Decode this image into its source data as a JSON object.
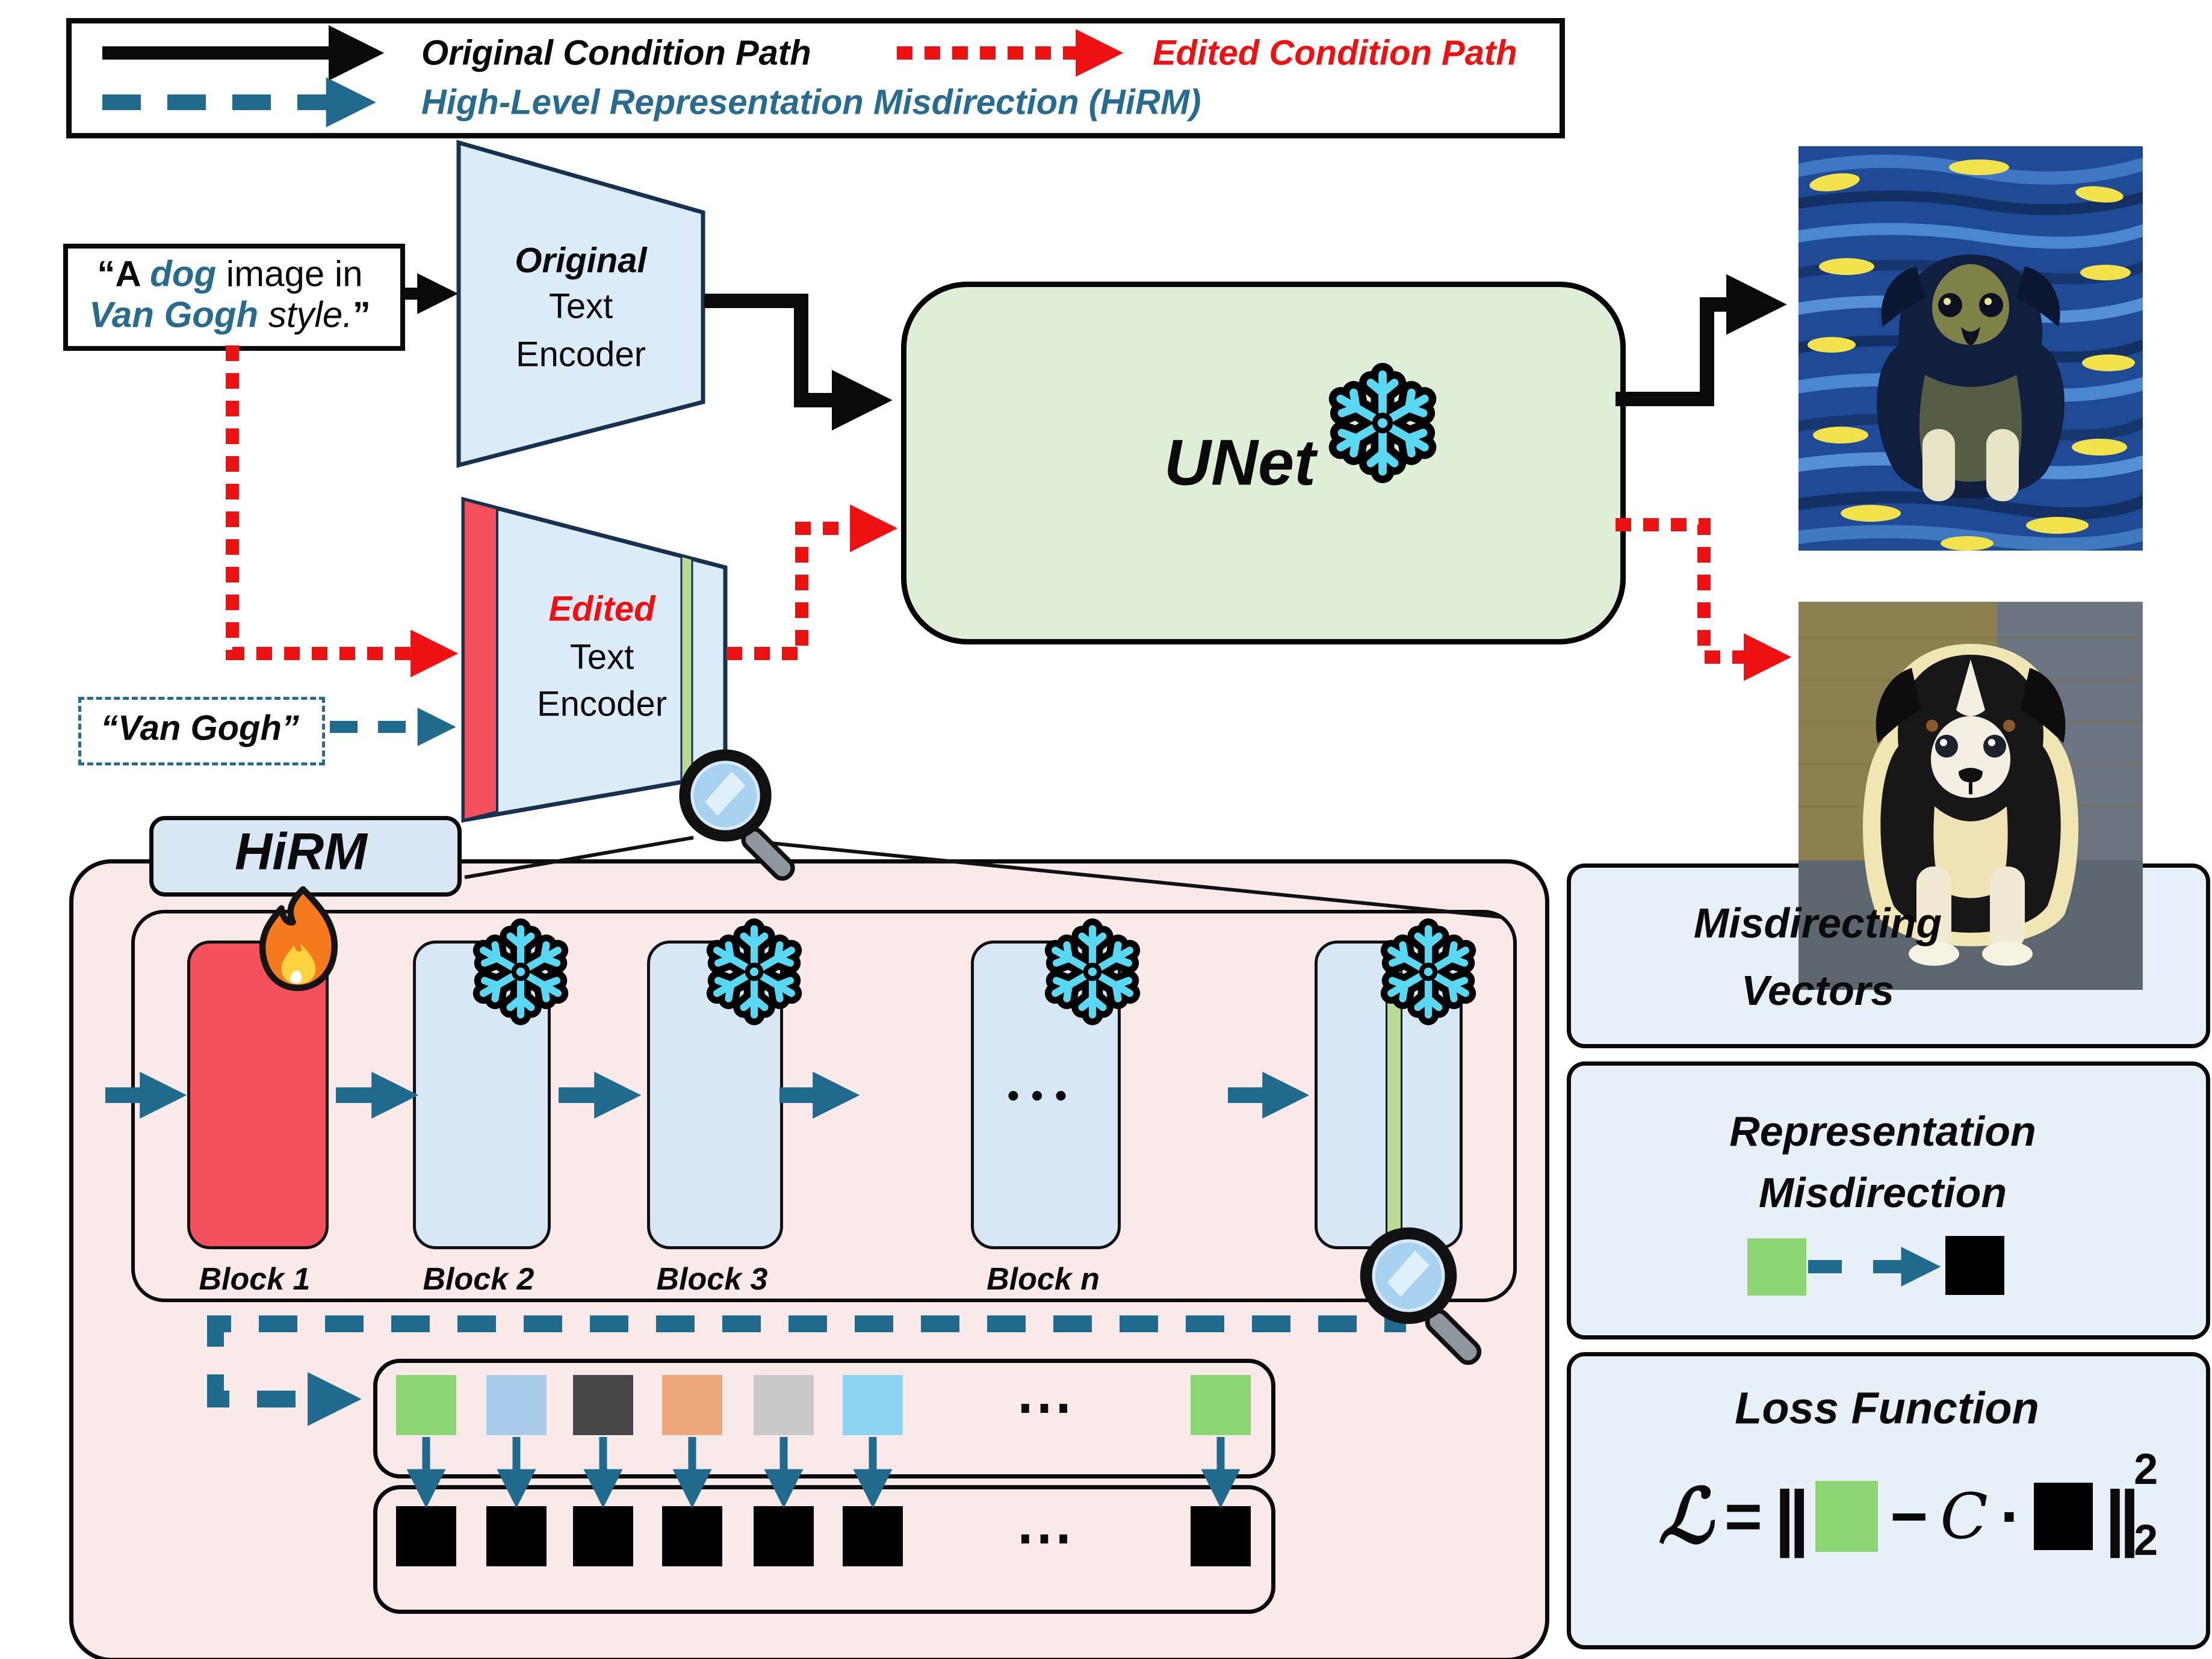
{
  "legend": {
    "original_path_label": "Original Condition Path",
    "edited_path_label": "Edited Condition Path",
    "hirm_prefix": "High-Level Representation Misdirection (",
    "hirm_bold": "HiRM",
    "hirm_suffix": ")"
  },
  "prompt_box": {
    "open_quote": "“A ",
    "highlight_dog": "dog",
    "middle": " image in",
    "highlight_style": "Van Gogh",
    "tail": " style.",
    "close_quote": "”"
  },
  "original_encoder": {
    "line1": "Original",
    "line2": "Text",
    "line3": "Encoder"
  },
  "edited_encoder": {
    "line1": "Edited",
    "line2": "Text",
    "line3": "Encoder"
  },
  "unet": {
    "label": "UNet",
    "status_icon": "snowflake-icon (frozen)"
  },
  "van_gogh_box": {
    "text": "“Van Gogh”"
  },
  "outputs": {
    "original_image_alt": "puppy rendered in Van Gogh starry-night style (blue and yellow swirls)",
    "edited_image_alt": "puppy rendered in plain photographic style (black, white and tan on couch)"
  },
  "hirm": {
    "title": "HiRM",
    "blocks": [
      {
        "label": "Block 1",
        "state": "trainable",
        "icon": "fire-icon"
      },
      {
        "label": "Block 2",
        "state": "frozen",
        "icon": "snowflake-icon"
      },
      {
        "label": "Block 3",
        "state": "frozen",
        "icon": "snowflake-icon"
      },
      {
        "label": "Block n",
        "state": "frozen",
        "icon": "snowflake-icon"
      },
      {
        "label": "",
        "state": "frozen",
        "icon": "snowflake-icon"
      }
    ],
    "block_ellipsis": "•••",
    "vector_ellipsis": "⋯",
    "representation_vector_colors": [
      "#8bd572",
      "#a9cbec",
      "#474747",
      "#efa77d",
      "#c9c9c9",
      "#8bd4f4",
      "#8bd572"
    ],
    "misdirecting_vector_color": "#000000",
    "output_stripe_color": "#b7dc92"
  },
  "panels": {
    "misdirecting": {
      "line1": "Misdirecting",
      "line2": "Vectors"
    },
    "representation": {
      "line1": "Representation",
      "line2": "Misdirection"
    },
    "loss": {
      "title": "Loss Function",
      "formula": {
        "lhs": "ℒ",
        "eq": "=",
        "open_norm": "||",
        "minus": "−",
        "coef": "C",
        "dot": "·",
        "close_norm": "||",
        "sup": "2",
        "sub": "2"
      }
    }
  },
  "colors": {
    "accent_teal": "#1f6a8d",
    "text_teal": "#276b8f",
    "edited_red": "#ed1111",
    "block_hot_red": "#f4515c",
    "block_frozen_blue": "#d8e7f6",
    "unet_green": "#dfeed6",
    "hirm_pink": "#fae9e9",
    "panel_blue": "#e7eff7",
    "snowflake_cyan": "#58d8f2",
    "stripe_green": "#b7dc92",
    "vector_green": "#8bd572"
  }
}
